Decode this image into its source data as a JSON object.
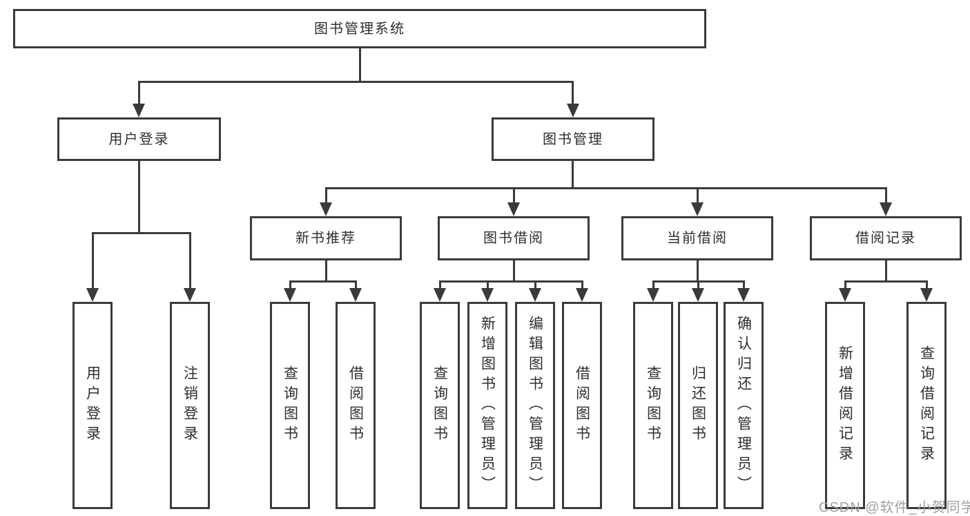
{
  "colors": {
    "line": "#3a3a3a",
    "text": "#2e2e2e",
    "watermark": "#a0a0a0",
    "background": "#ffffff"
  },
  "watermark": {
    "text": "CSDN @软件_小贺同学"
  },
  "tree": {
    "root": "图书管理系统",
    "branches": [
      {
        "label": "用户登录",
        "children": [
          "用户登录",
          "注销登录"
        ]
      },
      {
        "label": "图书管理",
        "sections": [
          {
            "label": "新书推荐",
            "children": [
              "查询图书",
              "借阅图书"
            ]
          },
          {
            "label": "图书借阅",
            "children": [
              "查询图书",
              "新增图书（管理员）",
              "编辑图书（管理员）",
              "借阅图书"
            ]
          },
          {
            "label": "当前借阅",
            "children": [
              "查询图书",
              "归还图书",
              "确认归还（管理员）"
            ]
          },
          {
            "label": "借阅记录",
            "children": [
              "新增借阅记录",
              "查询借阅记录"
            ]
          }
        ]
      }
    ]
  }
}
